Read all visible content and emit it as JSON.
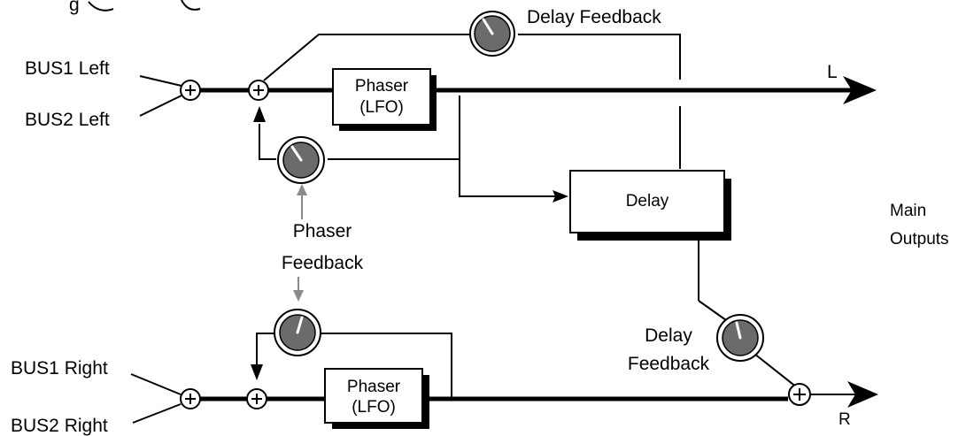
{
  "labels": {
    "title_partial": "g",
    "delay_feedback_top": "Delay Feedback",
    "bus1_left": "BUS1 Left",
    "bus2_left": "BUS2 Left",
    "bus1_right": "BUS1 Right",
    "bus2_right": "BUS2 Right",
    "phaser_top_line1": "Phaser",
    "phaser_top_line2": "(LFO)",
    "phaser_bottom_line1": "Phaser",
    "phaser_bottom_line2": "(LFO)",
    "delay_box": "Delay",
    "phaser_feedback_line1": "Phaser",
    "phaser_feedback_line2": "Feedback",
    "delay_feedback_bottom_line1": "Delay",
    "delay_feedback_bottom_line2": "Feedback",
    "main_outputs_line1": "Main",
    "main_outputs_line2": "Outputs",
    "out_left": "L",
    "out_right": "R"
  },
  "colors": {
    "line": "#000000",
    "knob_fill": "#6b6b6b",
    "feedback_arrow": "#8a8a8a"
  }
}
